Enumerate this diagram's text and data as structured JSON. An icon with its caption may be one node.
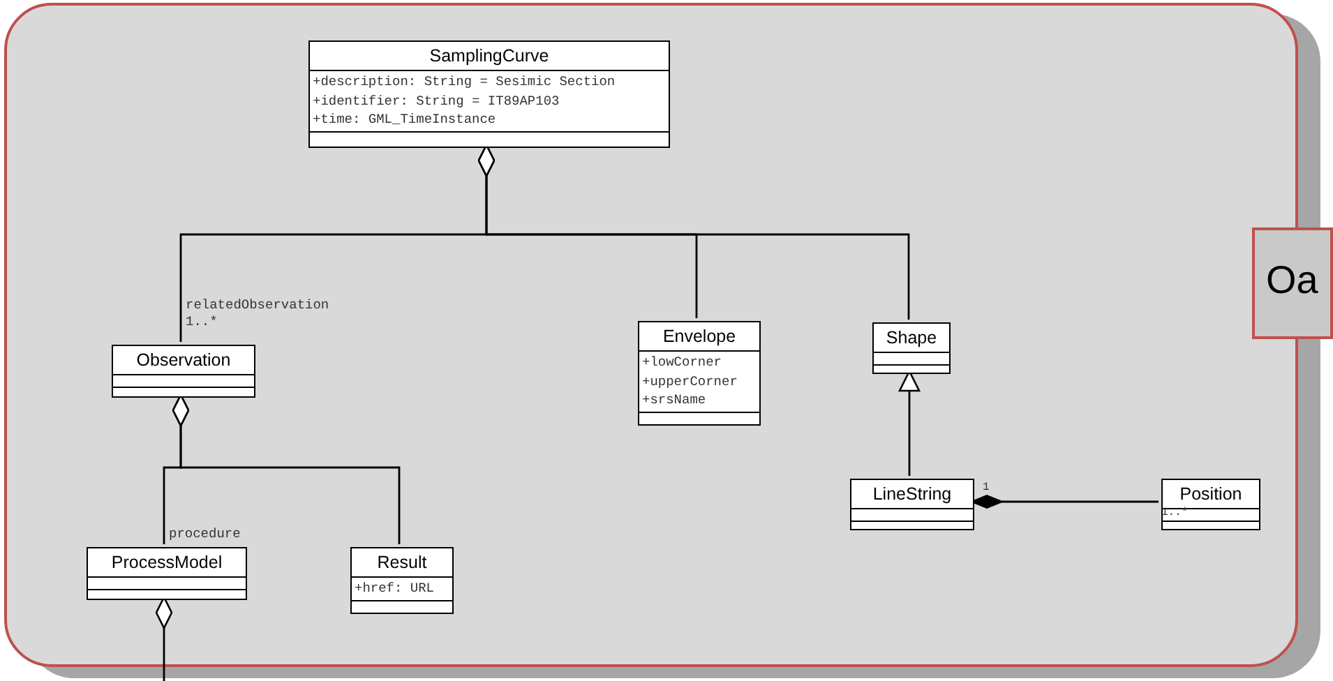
{
  "diagram": {
    "nodes": [
      {
        "text": [],
        "shape": "box"
      },
      {
        "text": [
          "SamplingCurve",
          "+description: String = Sesimic Section",
          "+identifier: String = IT89AP103",
          "+time: GML_TimeInstance"
        ],
        "in": 0
      },
      {
        "text": [
          "Observation"
        ],
        "in": 0
      },
      {
        "text": [
          "Envelope",
          "+lowCorner",
          "+upperCorner",
          "+srsName"
        ],
        "in": 0
      },
      {
        "text": [
          "Shape"
        ],
        "in": 0
      },
      {
        "text": [
          "LineString"
        ],
        "in": 0
      },
      {
        "text": [
          "Position"
        ],
        "in": 0
      },
      {
        "text": [
          "ProcessModel"
        ],
        "in": 0
      },
      {
        "text": [
          "Result",
          "+href: URL"
        ],
        "in": 0
      },
      {
        "text": [
          "Oa"
        ]
      }
    ],
    "edges": [
      {
        "from": 1,
        "to": 2,
        "arrow": "other",
        "label": "relatedObservation 1..*"
      },
      {
        "from": 1,
        "to": 3,
        "arrow": "other"
      },
      {
        "from": 1,
        "to": 4,
        "arrow": "other"
      },
      {
        "from": 5,
        "to": 4,
        "arrow": "to"
      },
      {
        "from": 5,
        "to": 6,
        "arrow": "other"
      },
      {
        "from": 2,
        "to": 7,
        "arrow": "other",
        "label": "procedure"
      },
      {
        "from": 2,
        "to": 8,
        "arrow": "other"
      },
      {
        "from": 7,
        "to": null,
        "arrow": "other"
      }
    ],
    "labels": [
      "1",
      "1..*"
    ]
  }
}
